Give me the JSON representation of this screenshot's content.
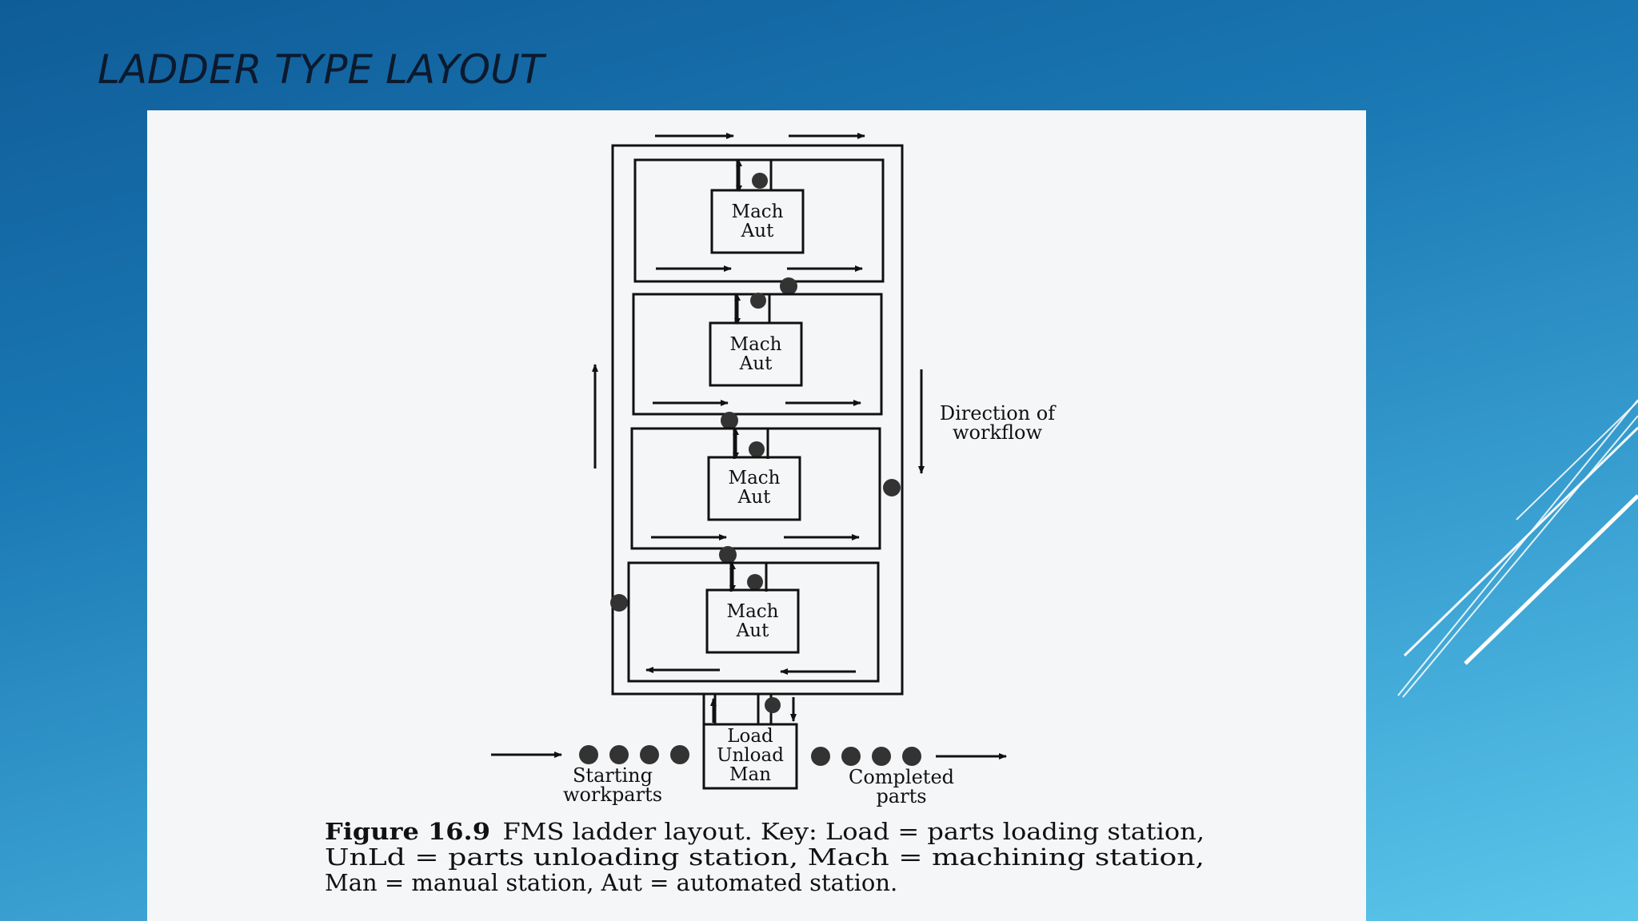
{
  "slide": {
    "title": "LADDER TYPE LAYOUT"
  },
  "diagram": {
    "stations": [
      {
        "line1": "Mach",
        "line2": "Aut"
      },
      {
        "line1": "Mach",
        "line2": "Aut"
      },
      {
        "line1": "Mach",
        "line2": "Aut"
      },
      {
        "line1": "Mach",
        "line2": "Aut"
      }
    ],
    "load_station": {
      "line1": "Load",
      "line2": "Unload",
      "line3": "Man"
    },
    "direction_label": {
      "line1": "Direction of",
      "line2": "workflow"
    },
    "starting_label": {
      "line1": "Starting",
      "line2": "workparts"
    },
    "completed_label": {
      "line1": "Completed",
      "line2": "parts"
    },
    "caption": {
      "figure_number": "Figure 16.9",
      "line1_text": "FMS ladder layout. Key: Load = parts loading station,",
      "line2": "UnLd = parts unloading station, Mach = machining station,",
      "line3": "Man = manual station, Aut = automated station."
    }
  },
  "colors": {
    "background_top": "#0f5c98",
    "background_bottom": "#5cc6ea",
    "panel": "#f5f6f7",
    "ink": "#111111"
  }
}
